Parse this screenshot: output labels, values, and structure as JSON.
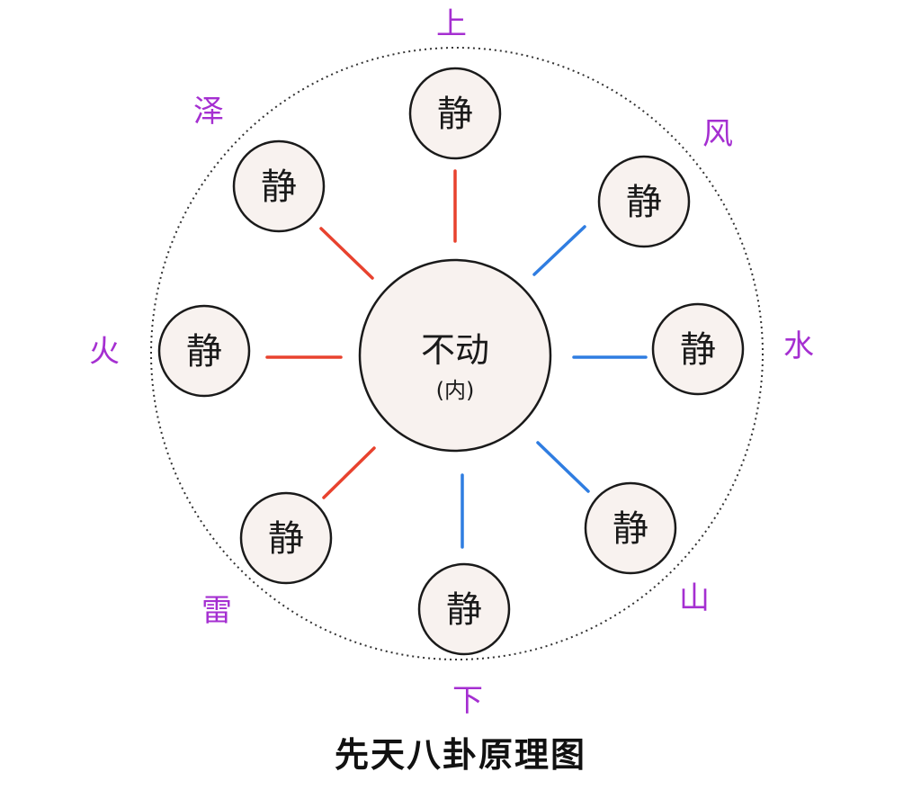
{
  "title": "先天八卦原理图",
  "center": {
    "label": "不动",
    "sub_label": "(内)"
  },
  "nodes": [
    {
      "id": "top",
      "label": "静",
      "direction": "上",
      "line_color": "red"
    },
    {
      "id": "top-right",
      "label": "静",
      "direction": "风",
      "line_color": "blue"
    },
    {
      "id": "right",
      "label": "静",
      "direction": "水",
      "line_color": "blue"
    },
    {
      "id": "bottom-right",
      "label": "静",
      "direction": "山",
      "line_color": "blue"
    },
    {
      "id": "bottom",
      "label": "静",
      "direction": "下",
      "line_color": "blue"
    },
    {
      "id": "bottom-left",
      "label": "静",
      "direction": "雷",
      "line_color": "red"
    },
    {
      "id": "left",
      "label": "静",
      "direction": "火",
      "line_color": "red"
    },
    {
      "id": "top-left",
      "label": "静",
      "direction": "泽",
      "line_color": "red"
    }
  ],
  "colors": {
    "red": "#e8422e",
    "blue": "#2f7de1",
    "label": "#a52fd1",
    "node_fill": "#f8f2ef",
    "node_stroke": "#1a1a1a",
    "outer_circle": "#333333"
  }
}
